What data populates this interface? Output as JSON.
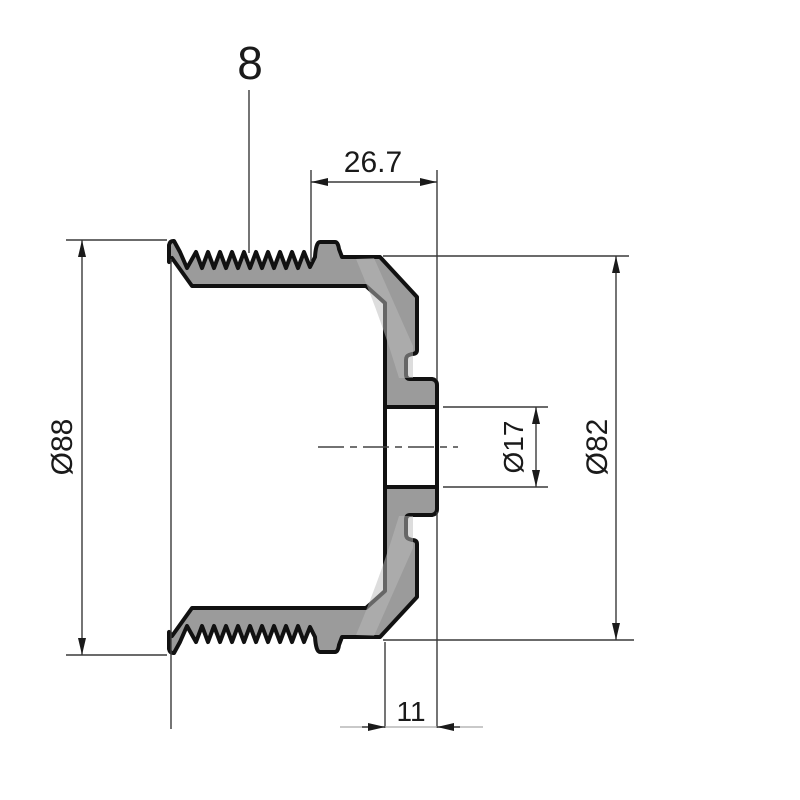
{
  "drawing": {
    "type": "technical-cross-section",
    "subject": "poly-v belt pulley side section",
    "background": "#ffffff",
    "part_fill": "#9b9b9b",
    "outline_color": "#111111",
    "dimension_line_color": "#3a3a3a",
    "text_color": "#1a1a1a"
  },
  "annotations": {
    "rib_count": {
      "label": "8",
      "meaning": "number of belt ribs (leader callout, top)"
    },
    "groove_span": {
      "label": "26.7",
      "meaning": "horizontal width dimension, top"
    },
    "outer_diameter": {
      "label": "Ø88",
      "meaning": "overall outer diameter, left vertical dimension"
    },
    "bore_diameter": {
      "label": "Ø17",
      "meaning": "center bore diameter, inner right vertical dimension"
    },
    "flange_diameter": {
      "label": "Ø82",
      "meaning": "rear flange diameter, right vertical dimension"
    },
    "hub_width": {
      "label": "11",
      "meaning": "hub width, bottom horizontal dimension"
    }
  }
}
